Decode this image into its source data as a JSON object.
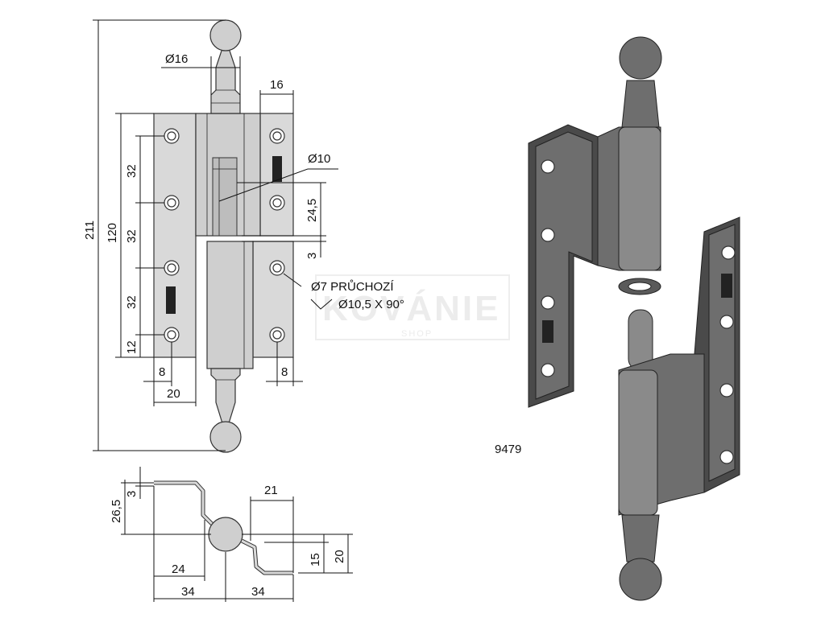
{
  "dimensions": {
    "d16": "Ø16",
    "w16": "16",
    "d10": "Ø10",
    "h24_5": "24,5",
    "h3_front": "3",
    "hole_through": "Ø7 PRŮCHOZÍ",
    "countersink": "Ø10,5 X 90°",
    "h211": "211",
    "h120": "120",
    "p32a": "32",
    "p32b": "32",
    "p32c": "32",
    "p12": "12",
    "w8_left": "8",
    "w8_right": "8",
    "w20": "20",
    "h26_5": "26,5",
    "h3_side": "3",
    "w21": "21",
    "h15": "15",
    "h20": "20",
    "w24": "24",
    "w34_left": "34",
    "w34_right": "34"
  },
  "part_number": "9479",
  "watermark": {
    "text": "KOVÁNIE",
    "sub": "SHOP"
  },
  "colors": {
    "plate": "#d9d9d9",
    "metal_dark": "#4a4a4a",
    "metal_mid": "#6e6e6e"
  }
}
